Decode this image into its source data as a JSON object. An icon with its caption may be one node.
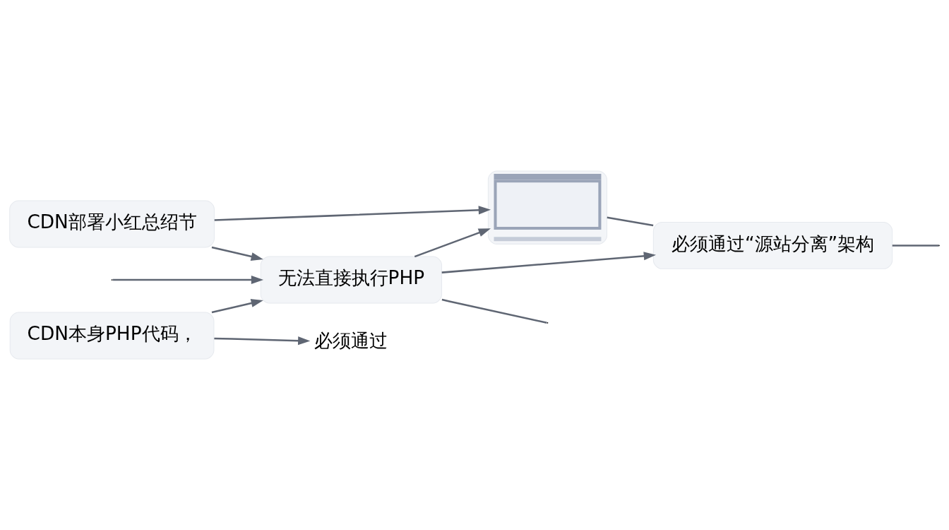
{
  "diagram": {
    "nodes": [
      {
        "text": [
          "CDN部署小红总绍节"
        ]
      },
      {
        "text": [],
        "shape": "picture"
      },
      {
        "text": [
          "CDN本身PHP代码，"
        ]
      },
      {
        "text": [
          "无法直接执行PHP"
        ]
      },
      {
        "text": [
          "必须通过“源站分离”架构"
        ]
      },
      {
        "text": [
          "必须通过"
        ]
      }
    ],
    "edges": [
      {
        "from": 0,
        "to": 1,
        "arrow": "to"
      },
      {
        "from": 0,
        "to": 3,
        "arrow": "to"
      },
      {
        "from": 2,
        "to": 3,
        "arrow": "to"
      },
      {
        "from": null,
        "to": 3,
        "arrow": "to"
      },
      {
        "from": 3,
        "to": 1,
        "arrow": "to"
      },
      {
        "from": 3,
        "to": 4,
        "arrow": "to"
      },
      {
        "from": 1,
        "to": 4,
        "arrow": "none"
      },
      {
        "from": 2,
        "to": 5,
        "arrow": "to"
      },
      {
        "from": 3,
        "to": null,
        "arrow": "none"
      },
      {
        "from": 4,
        "to": null,
        "arrow": "none"
      }
    ]
  }
}
